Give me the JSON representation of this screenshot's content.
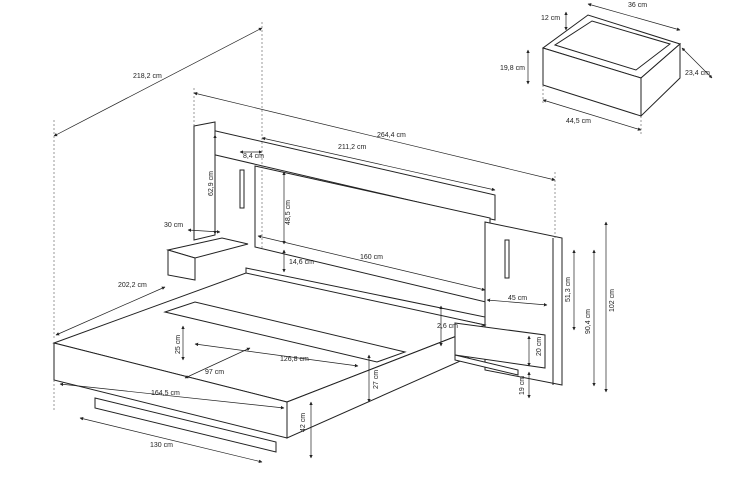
{
  "dimensions": {
    "overall_length": "218,2 cm",
    "headboard_width": "264,4 cm",
    "headboard_inner": "211,2 cm",
    "headboard_offset": "8,4 cm",
    "headboard_height": "62,9 cm",
    "panel_height": "48,5 cm",
    "shelf_gap": "14,6 cm",
    "mattress_width": "160 cm",
    "shelf_depth": "30 cm",
    "side_length": "202,2 cm",
    "rail_height": "25 cm",
    "slat_length": "126,8 cm",
    "slat_span": "97 cm",
    "frame_width": "164,5 cm",
    "base_width": "130 cm",
    "side_height": "27 cm",
    "leg_height": "42 cm",
    "slat_thickness": "2,6 cm",
    "nightstand_width": "45 cm",
    "nightstand_height": "20 cm",
    "nightstand_clearance": "19 cm",
    "side_panel_upper": "51,3 cm",
    "side_panel_height": "90,4 cm",
    "total_height": "102 cm",
    "drawer_width": "36 cm",
    "drawer_side": "12 cm",
    "drawer_height": "19,8 cm",
    "drawer_depth": "23,4 cm",
    "drawer_front": "44,5 cm"
  }
}
